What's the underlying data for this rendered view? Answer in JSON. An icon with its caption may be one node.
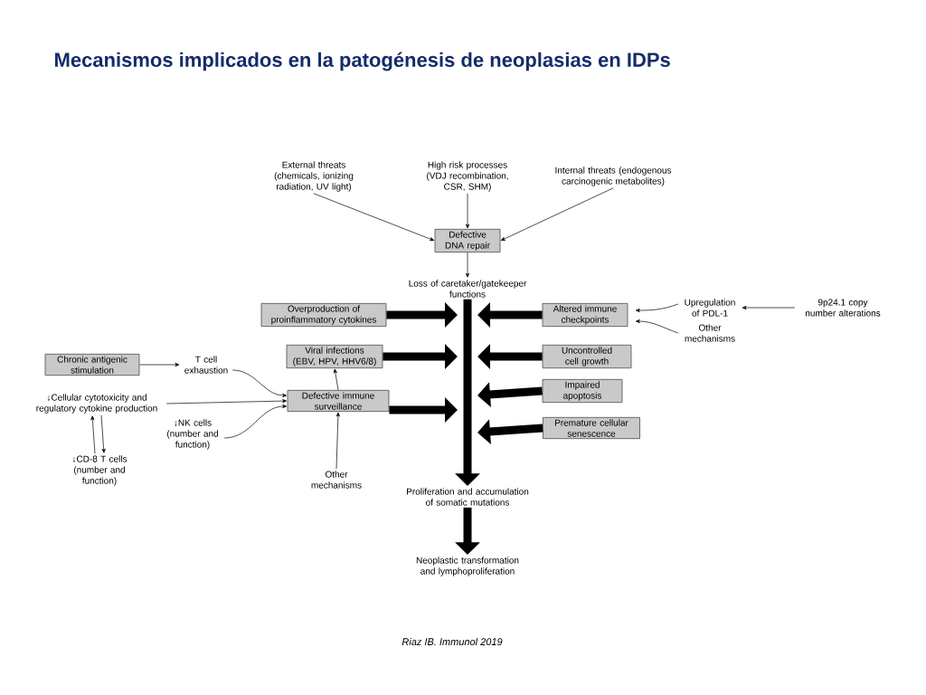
{
  "diagram": {
    "title": "Mecanismos implicados en la patogénesis de neoplasias en IDPs",
    "caption": "Riaz IB. Immunol 2019",
    "nodes": [
      {
        "text": [
          "External threats (chemicals, ionizing radiation, UV light)"
        ]
      },
      {
        "text": [
          "High risk processes (VDJ recombination, CSR, SHM)"
        ]
      },
      {
        "text": [
          "Internal threats (endogenous carcinogenic metabolites)"
        ]
      },
      {
        "text": [
          "Defective DNA repair"
        ]
      },
      {
        "text": [
          "Loss of caretaker/gatekeeper functions"
        ]
      },
      {
        "text": [
          "Overproduction of proinflammatory cytokines"
        ]
      },
      {
        "text": [
          "Altered immune checkpoints"
        ]
      },
      {
        "text": [
          "Viral infections (EBV, HPV, HHV6/8)"
        ]
      },
      {
        "text": [
          "Uncontrolled cell growth"
        ]
      },
      {
        "text": [
          "Impaired apoptosis"
        ]
      },
      {
        "text": [
          "Premature cellular senescence"
        ]
      },
      {
        "text": [
          "Chronic antigenic stimulation"
        ]
      },
      {
        "text": [
          "T cell exhaustion"
        ]
      },
      {
        "text": [
          "↓Cellular cytotoxicity and regulatory cytokine production"
        ]
      },
      {
        "text": [
          "Defective immune surveillance"
        ]
      },
      {
        "text": [
          "↓NK cells (number and function)"
        ]
      },
      {
        "text": [
          "↓CD-8 T cells (number and function)"
        ]
      },
      {
        "text": [
          "Other mechanisms"
        ]
      },
      {
        "text": [
          "Upregulation of PDL-1"
        ]
      },
      {
        "text": [
          "Other mechanisms"
        ]
      },
      {
        "text": [
          "9p24.1 copy number alterations"
        ]
      },
      {
        "text": [
          "Proliferation and accumulation of somatic mutations"
        ]
      },
      {
        "text": [
          "Neoplastic transformation and lymphoproliferation"
        ]
      }
    ],
    "edges": [
      {
        "from": 0,
        "to": 3,
        "arrow": "to"
      },
      {
        "from": 1,
        "to": 3,
        "arrow": "to"
      },
      {
        "from": 2,
        "to": 3,
        "arrow": "to"
      },
      {
        "from": 3,
        "to": 4,
        "arrow": "to"
      },
      {
        "from": 4,
        "to": 21,
        "arrow": "to",
        "style": "thick"
      },
      {
        "from": 5,
        "to": 4,
        "arrow": "to",
        "style": "thick"
      },
      {
        "from": 7,
        "to": 4,
        "arrow": "to",
        "style": "thick"
      },
      {
        "from": 14,
        "to": null,
        "arrow": "to",
        "style": "thick"
      },
      {
        "from": 6,
        "to": 4,
        "arrow": "to",
        "style": "thick"
      },
      {
        "from": 8,
        "to": 4,
        "arrow": "to",
        "style": "thick"
      },
      {
        "from": 9,
        "to": null,
        "arrow": "to",
        "style": "thick"
      },
      {
        "from": 10,
        "to": null,
        "arrow": "to",
        "style": "thick"
      },
      {
        "from": 11,
        "to": 12,
        "arrow": "to"
      },
      {
        "from": 12,
        "to": 14,
        "arrow": "to"
      },
      {
        "from": 13,
        "to": 14,
        "arrow": "to"
      },
      {
        "from": 15,
        "to": 14,
        "arrow": "to"
      },
      {
        "from": 16,
        "to": 13,
        "arrow": "to"
      },
      {
        "from": 13,
        "to": 16,
        "arrow": "to"
      },
      {
        "from": 14,
        "to": 7,
        "arrow": "to"
      },
      {
        "from": 17,
        "to": 14,
        "arrow": "to"
      },
      {
        "from": 18,
        "to": 6,
        "arrow": "to"
      },
      {
        "from": 19,
        "to": 6,
        "arrow": "to"
      },
      {
        "from": 20,
        "to": 18,
        "arrow": "to"
      },
      {
        "from": 21,
        "to": 22,
        "arrow": "to",
        "style": "thick"
      }
    ]
  }
}
